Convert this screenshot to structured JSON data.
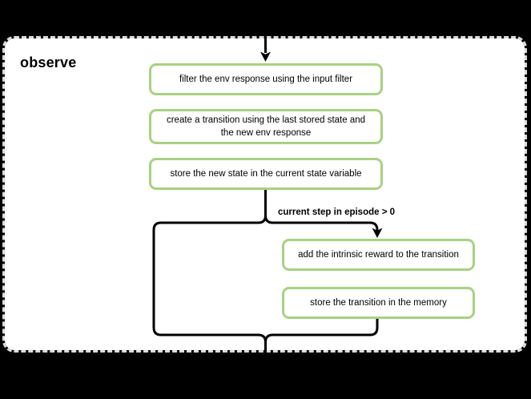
{
  "diagram": {
    "group_label": "observe",
    "nodes": [
      {
        "id": "filter-env-response",
        "label": "filter the env response using the input filter"
      },
      {
        "id": "create-transition",
        "label": "create a transition using the last stored state and the new env response"
      },
      {
        "id": "store-new-state",
        "label": "store the new state in the current state variable"
      },
      {
        "id": "add-intrinsic-reward",
        "label": "add the intrinsic reward to the transition"
      },
      {
        "id": "store-transition",
        "label": "store the transition in the memory"
      }
    ],
    "branch": {
      "condition": "current step in episode > 0",
      "true_path_nodes": [
        "add-intrinsic-reward",
        "store-transition"
      ],
      "false_path": "bypass to merge"
    },
    "edges": [
      {
        "from": "outside-top",
        "to": "filter-env-response",
        "arrow": true
      },
      {
        "from": "store-new-state",
        "to": "branch-split",
        "arrow": false
      },
      {
        "from": "branch-split",
        "to": "add-intrinsic-reward",
        "arrow": true,
        "label": "current step in episode > 0"
      },
      {
        "from": "branch-split",
        "to": "merge",
        "arrow": false
      },
      {
        "from": "store-transition",
        "to": "merge",
        "arrow": false
      },
      {
        "from": "merge",
        "to": "outside-bottom",
        "arrow": false
      }
    ]
  },
  "colors": {
    "page_background": "#000000",
    "panel_background": "#ffffff",
    "panel_dashed_border": "#dcdcdc",
    "node_border_green": "#a8d181",
    "connector_black": "#000000",
    "text_black": "#000000"
  }
}
